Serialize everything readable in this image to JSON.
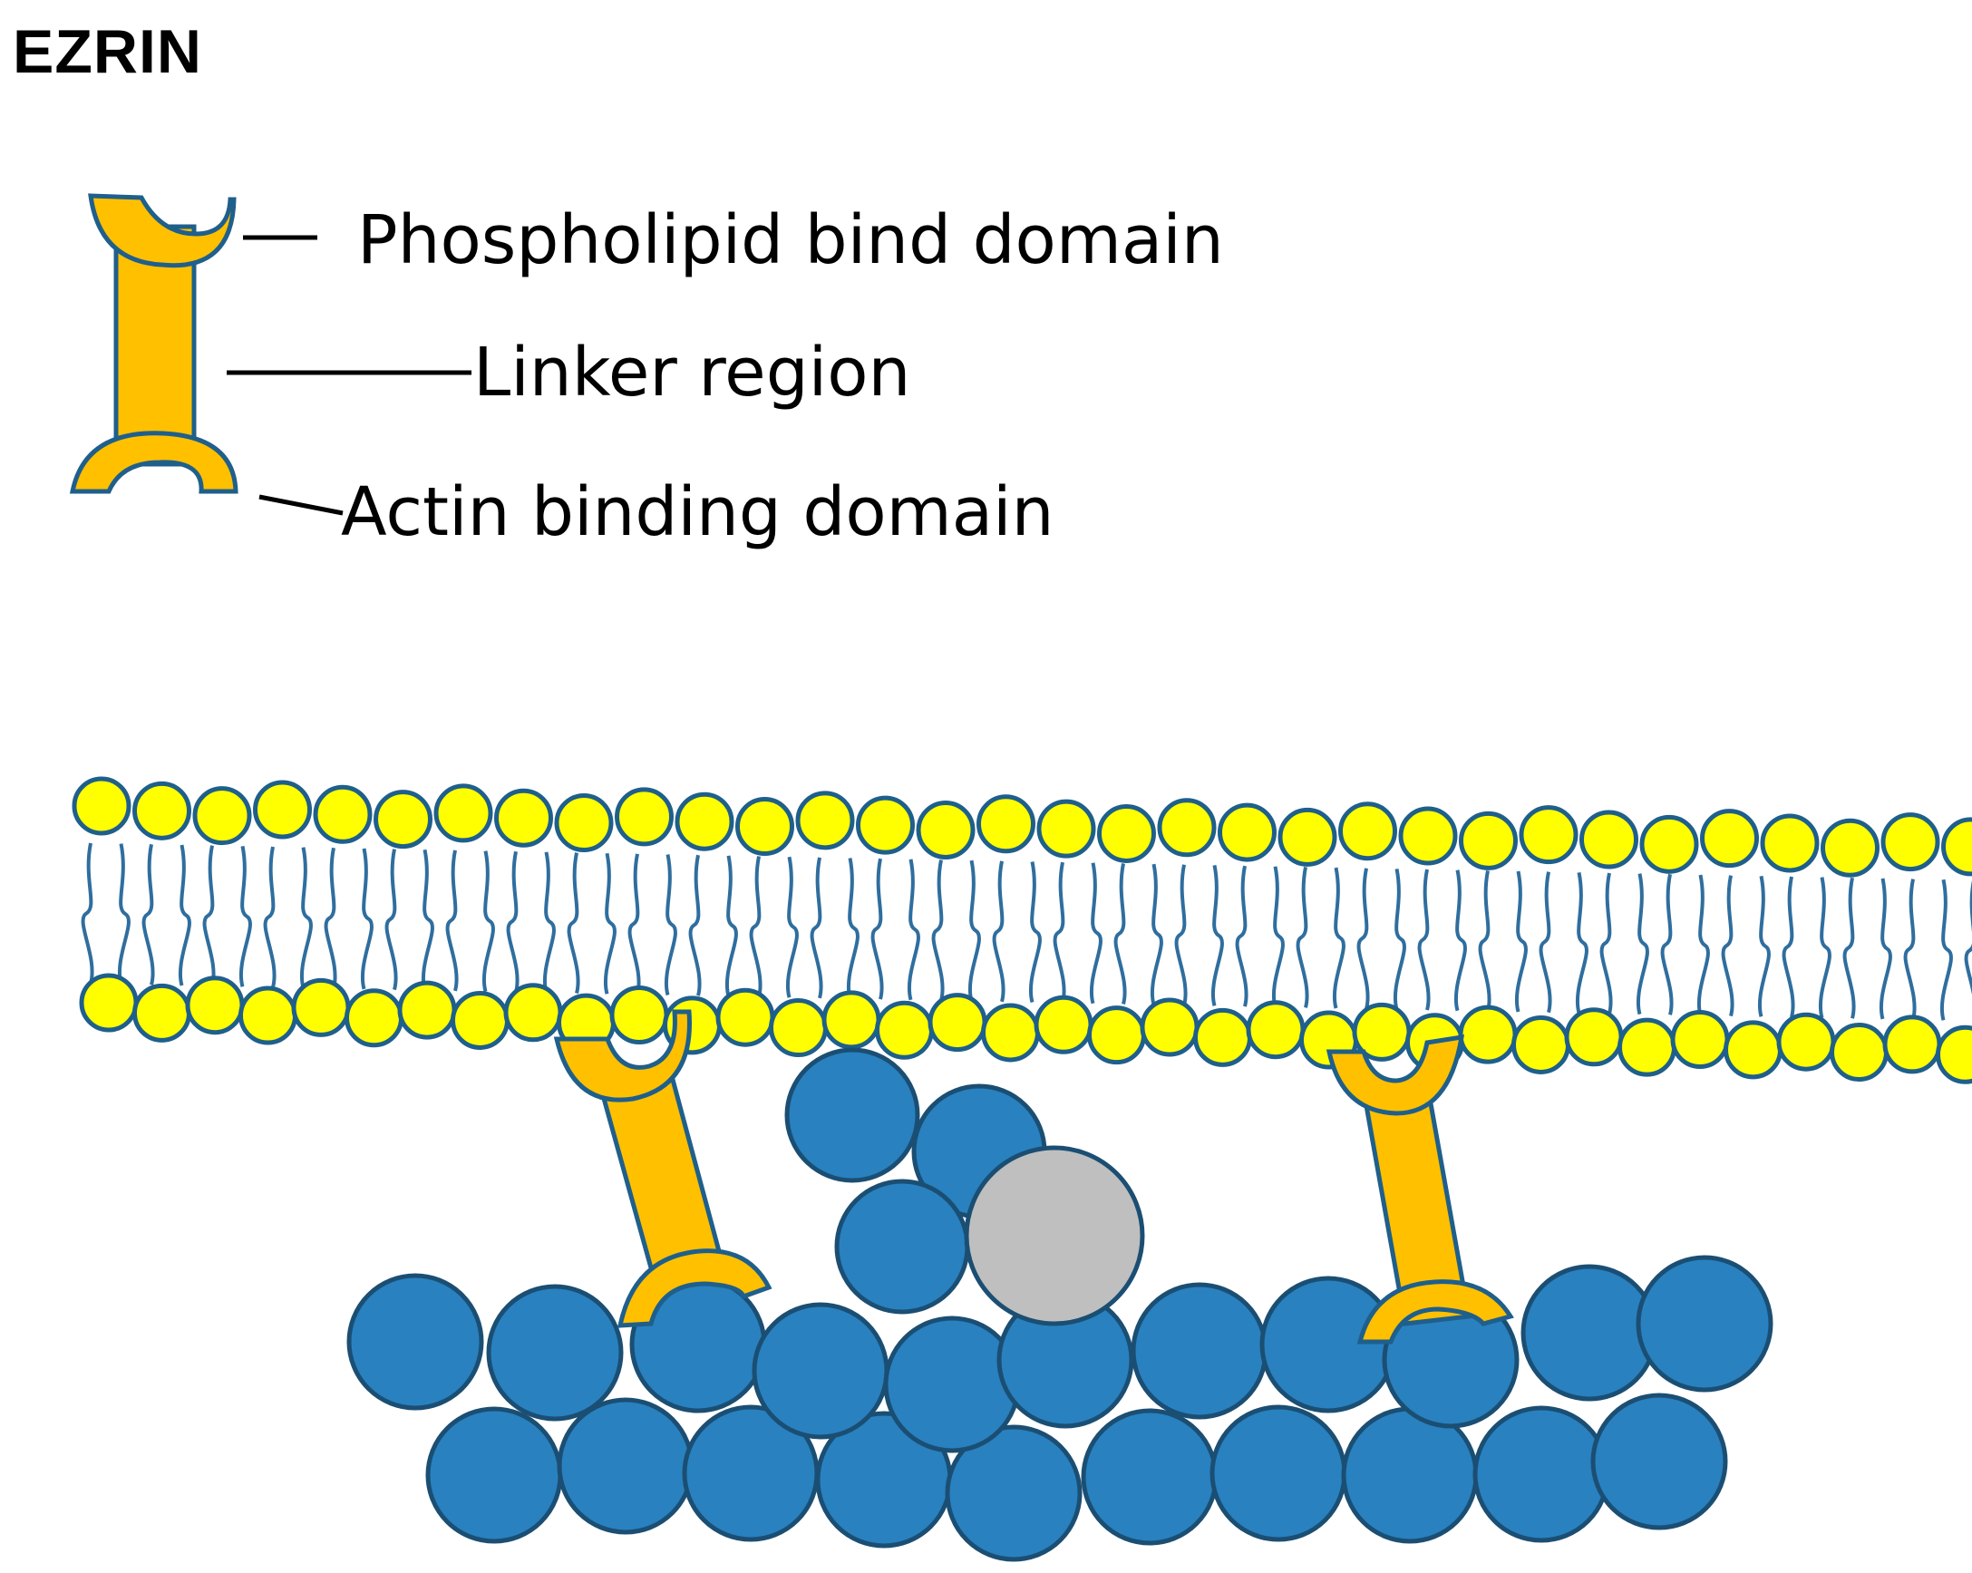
{
  "title": "EZRIN",
  "legend": {
    "phospholipid_label": "Phospholipid bind domain",
    "linker_label": "Linker region",
    "actin_label": "Actin binding domain"
  },
  "colors": {
    "ezrin_fill": "#FFC000",
    "ezrin_stroke": "#1F5F8B",
    "lipid_head_fill": "#FFFF00",
    "lipid_head_stroke": "#1F5F8B",
    "lipid_tail": "#2F6E9E",
    "actin_fill": "#2981BF",
    "actin_stroke": "#1B4E73",
    "complex_fill": "#BFBFBF"
  },
  "icons": {
    "ezrin_legend": "ezrin-protein-icon",
    "membrane": "lipid-bilayer-icon",
    "actin": "actin-filament-icon",
    "complex": "grey-protein-icon"
  }
}
